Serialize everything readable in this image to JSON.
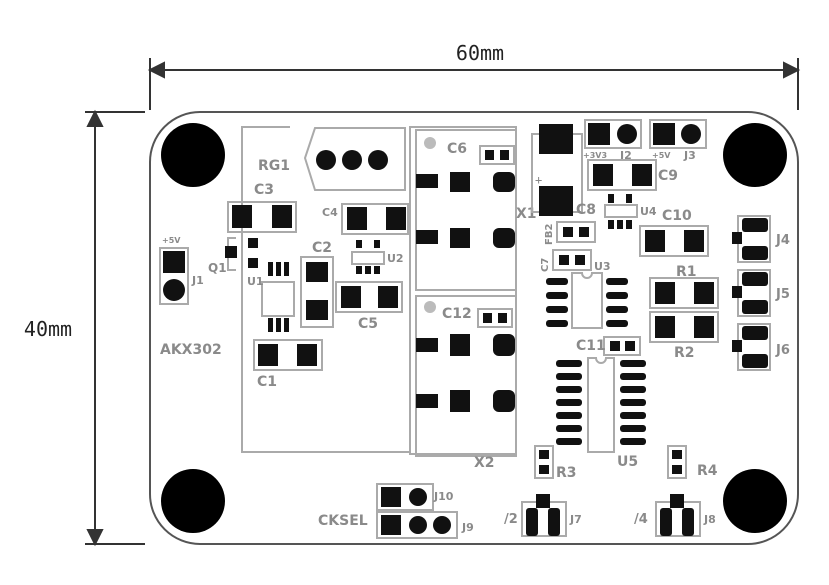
{
  "dimensions": {
    "width_label": "60mm",
    "height_label": "40mm"
  },
  "board": {
    "name": "AKX302",
    "colors": {
      "outline": "#555555",
      "silk": "#9a9a9a",
      "pad": "#111111",
      "hole": "#000000"
    }
  },
  "labels": {
    "RG1": "RG1",
    "C3": "C3",
    "C4": "C4",
    "C2": "C2",
    "C5": "C5",
    "C1": "C1",
    "Q1": "Q1",
    "U1": "U1",
    "U2": "U2",
    "J1": "J1",
    "J1_voltage": "+5V",
    "C6": "C6",
    "X1": "X1",
    "C12": "C12",
    "X2": "X2",
    "C8": "C8",
    "FB2": "FB2",
    "C7": "C7",
    "U3": "U3",
    "C11": "C11",
    "U5": "U5",
    "J2": "J2",
    "J2_voltage": "+3V3",
    "J3": "J3",
    "J3_voltage": "+5V",
    "C9": "C9",
    "U4": "U4",
    "C10": "C10",
    "R1": "R1",
    "R2": "R2",
    "J4": "J4",
    "J5": "J5",
    "J6": "J6",
    "R3": "R3",
    "R4": "R4",
    "J7": "J7",
    "J8": "J8",
    "J7_mark": "/2",
    "J8_mark": "/4",
    "J9": "J9",
    "J10": "J10",
    "CKSEL": "CKSEL"
  }
}
